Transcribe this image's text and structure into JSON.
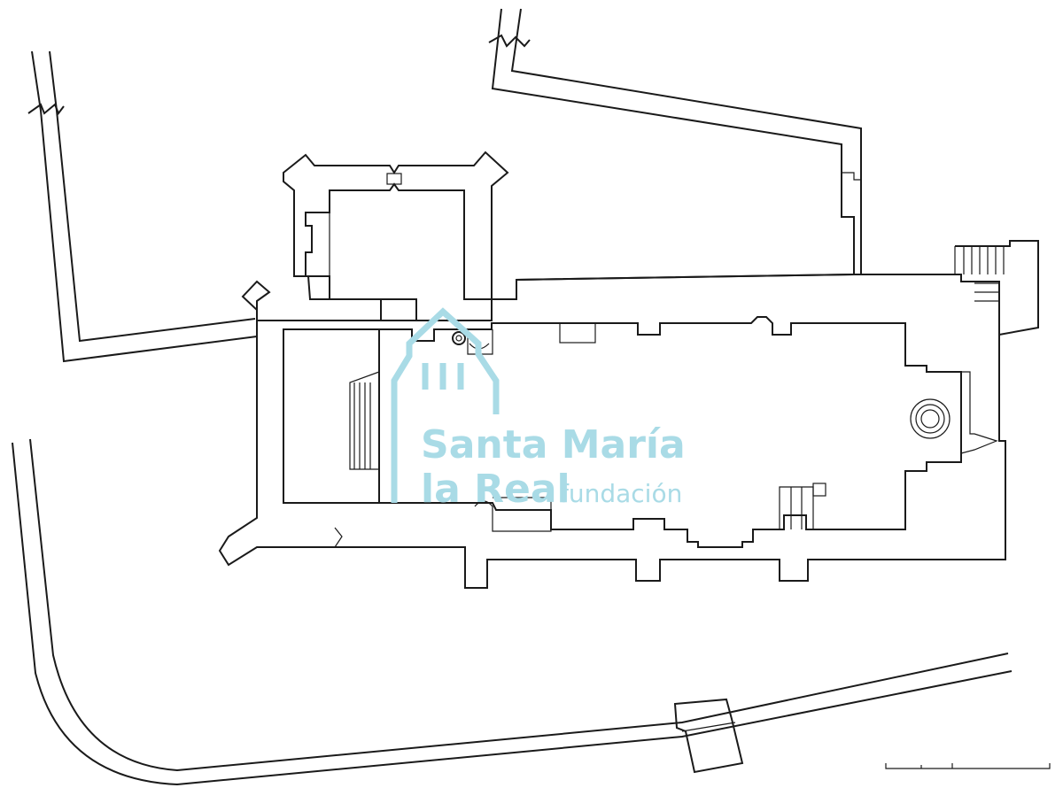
{
  "watermark": {
    "line1": "Santa María",
    "line2": "la Real",
    "line3": "fundación",
    "color": "#a9dbe6"
  },
  "drawing": {
    "line_color": "#1a1a1a",
    "background": "#ffffff",
    "icons": [
      "building-outline-logo",
      "scale-bar",
      "font-circle"
    ]
  }
}
